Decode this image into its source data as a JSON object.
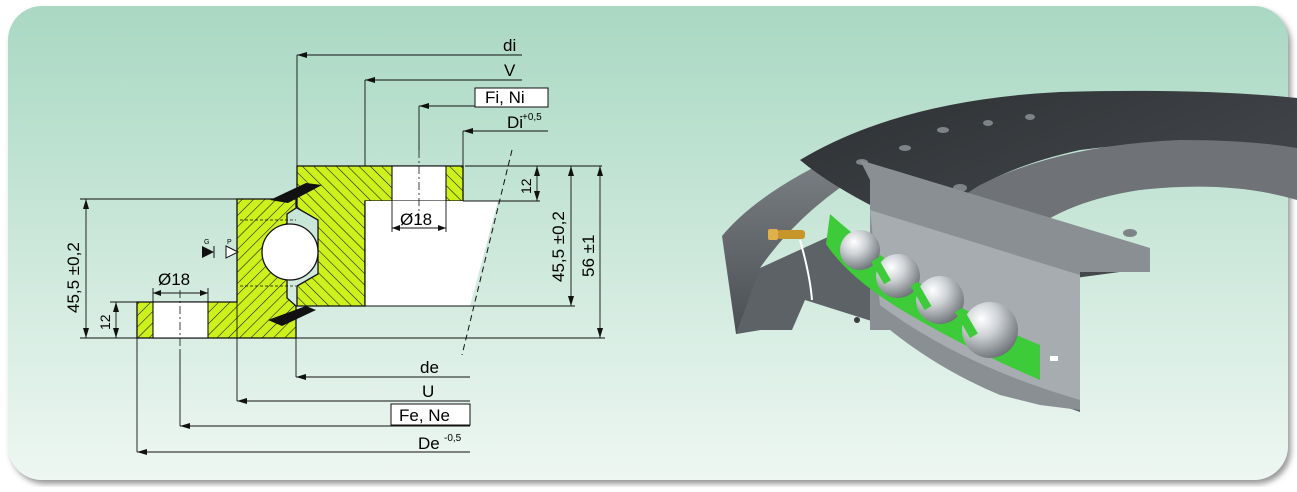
{
  "drawing": {
    "dimensions": {
      "di": "di",
      "v": "V",
      "fi_ni": "Fi, Ni",
      "di_inner": "Di",
      "di_tolerance": "+0,5",
      "de": "de",
      "u": "U",
      "fe_ne": "Fe, Ne",
      "de_outer": "De",
      "de_tolerance": "-0,5",
      "hole_top": "Ø18",
      "hole_bottom": "Ø18",
      "height_left": "45,5 ±0,2",
      "flange_left": "12",
      "flange_right": "12",
      "height_right": "45,5 ±0,2",
      "height_total": "56 ±1"
    },
    "marks": {
      "g": "G",
      "p": "P"
    }
  },
  "colors": {
    "section_fill": "#cdf11c",
    "background_top": "#a9d8c3",
    "background_bottom": "#eef7f2",
    "ring_dark": "#3a3d40",
    "ball_green": "#3ecb3a"
  }
}
